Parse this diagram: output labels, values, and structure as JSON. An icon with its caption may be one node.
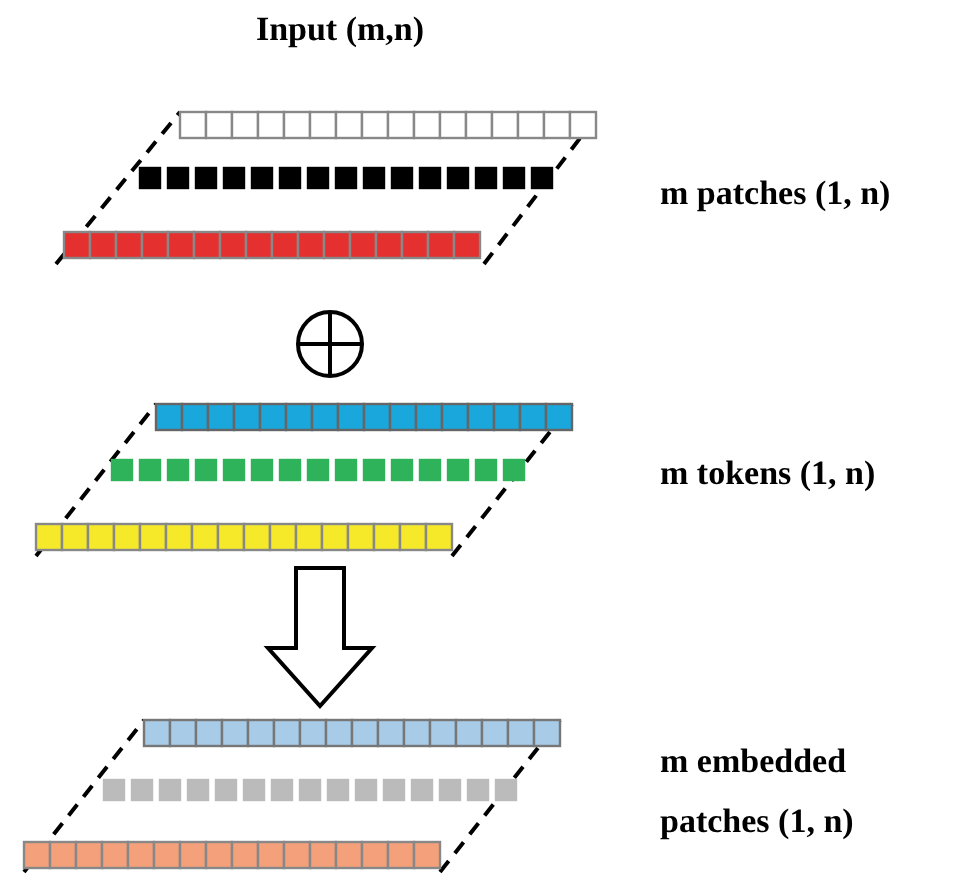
{
  "diagram": {
    "title": "Input (m,n)",
    "nodes": [
      {
        "text": [],
        "shape": "parallelogram",
        "beside": [
          "m patches (1, n)"
        ]
      },
      {
        "text": [],
        "shape": "parallelogram",
        "beside": [
          "m tokens (1, n)"
        ]
      },
      {
        "text": [],
        "shape": "parallelogram",
        "beside": [
          "m embedded patches (1, n)"
        ]
      }
    ],
    "edges": [
      {
        "from": 1,
        "to": 2,
        "arrow": "to",
        "style": "thick"
      }
    ]
  }
}
